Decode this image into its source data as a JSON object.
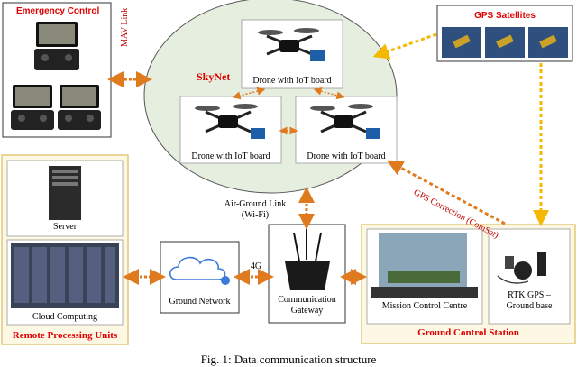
{
  "emergency": {
    "title": "Emergency Control"
  },
  "mav_link": "MAV Link",
  "skynet": {
    "title": "SkyNet",
    "drone_top": "Drone with IoT board",
    "drone_left": "Drone with IoT board",
    "drone_right": "Drone with IoT board"
  },
  "gps": {
    "title": "GPS Satellites"
  },
  "gps_correction": "GPS Correction (ComSat)",
  "air_ground": {
    "line1": "Air-Ground Link",
    "line2": "(Wi-Fi)"
  },
  "remote": {
    "title": "Remote Processing Units",
    "server": "Server",
    "cloud": "Cloud Computing"
  },
  "network": {
    "label": "Ground Network",
    "link_4g": "4G"
  },
  "gateway": {
    "line1": "Communication",
    "line2": "Gateway"
  },
  "gcs": {
    "title": "Ground Control Station",
    "mcc": "Mission Control Centre",
    "rtk1": "RTK GPS –",
    "rtk2": "Ground base"
  },
  "caption": "Fig. 1: Data communication structure",
  "colors": {
    "box_border": "#e0c97a",
    "box_fill": "#fdf8e4",
    "arrow_orange": "#e07a1f",
    "arrow_yellow": "#f5b800",
    "header_red": "#e00000",
    "ellipse_fill": "#e6efdf"
  }
}
